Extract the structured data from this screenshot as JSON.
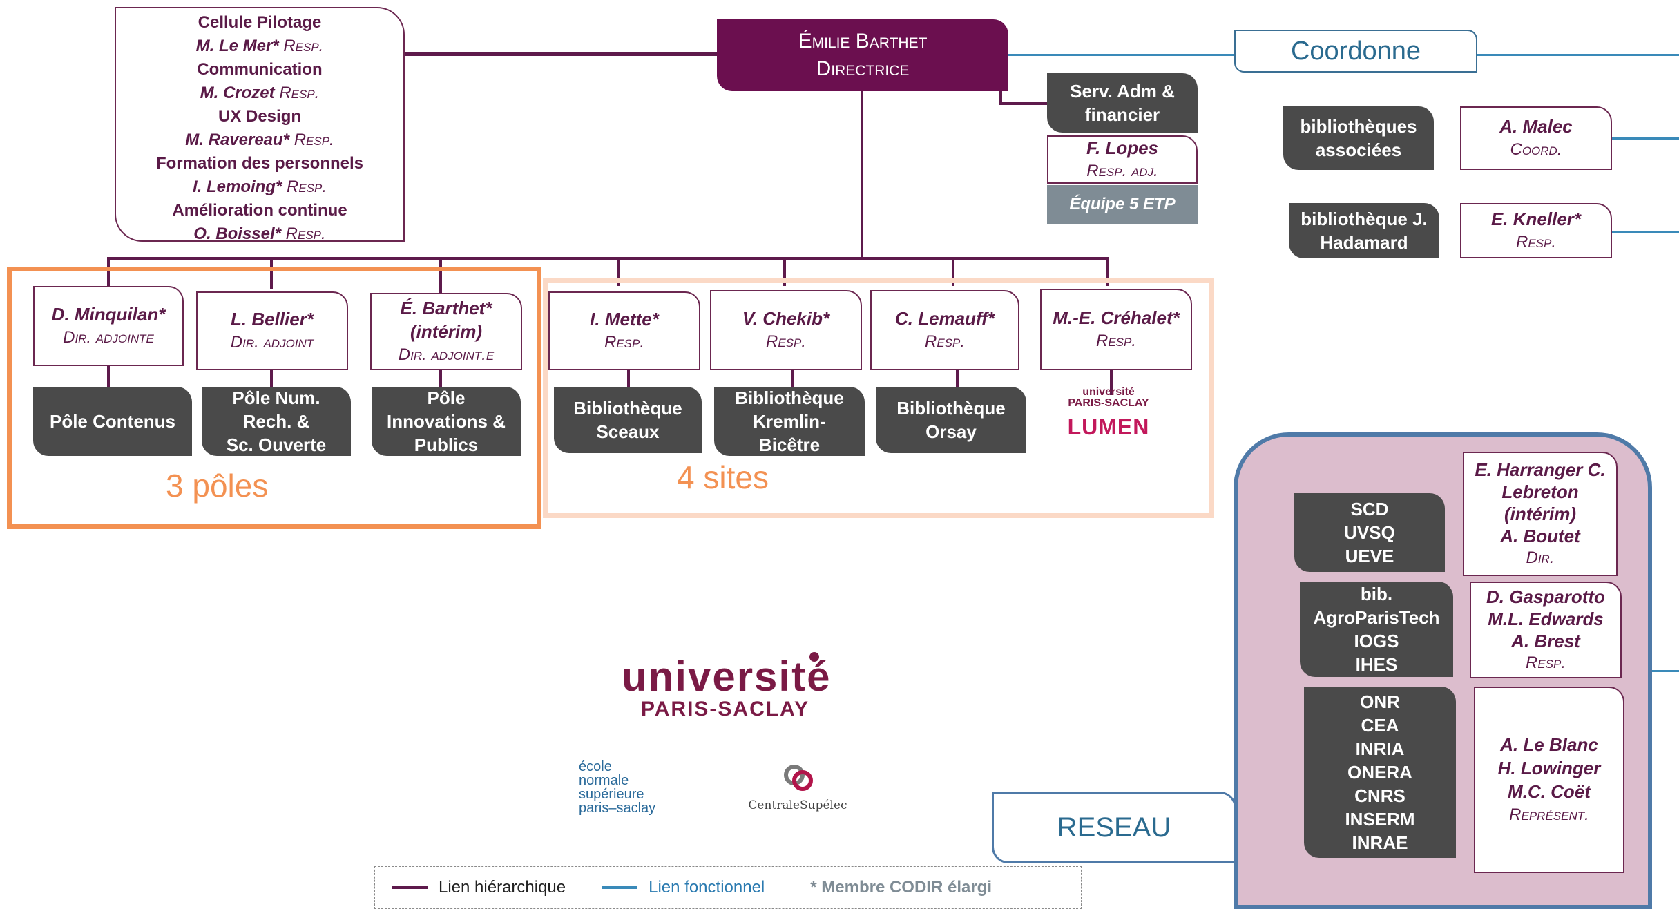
{
  "pilotage": {
    "lines": [
      {
        "kind": "title",
        "text": "Cellule Pilotage"
      },
      {
        "kind": "name",
        "text": "M. Le Mer*",
        "role": "Resp."
      },
      {
        "kind": "title",
        "text": "Communication"
      },
      {
        "kind": "name",
        "text": "M. Crozet",
        "role": "Resp."
      },
      {
        "kind": "title",
        "text": "UX Design"
      },
      {
        "kind": "name",
        "text": "M. Ravereau*",
        "role": "Resp."
      },
      {
        "kind": "title",
        "text": "Formation des personnels"
      },
      {
        "kind": "name",
        "text": "I. Lemoing*",
        "role": "Resp."
      },
      {
        "kind": "title",
        "text": "Amélioration continue"
      },
      {
        "kind": "name",
        "text": "O. Boissel*",
        "role": "Resp."
      }
    ]
  },
  "director": {
    "name": "Émilie Barthet",
    "role": "Directrice"
  },
  "coordonne": "Coordonne",
  "serv_adm": {
    "label": "Serv. Adm & financier",
    "name": "F. Lopes",
    "role": "Resp. adj.",
    "team": "Équipe 5 ETP"
  },
  "assoc": {
    "label": "bibliothèques associées",
    "name": "A. Malec",
    "role": "Coord."
  },
  "hadamard": {
    "label": "bibliothèque J. Hadamard",
    "name": "E. Kneller*",
    "role": "Resp."
  },
  "poles": [
    {
      "name": "D. Minquilan*",
      "role": "Dir. adjointe",
      "unit": "Pôle Contenus"
    },
    {
      "name": "L. Bellier*",
      "role": "Dir. adjoint",
      "unit": "Pôle Num.\nRech. &\nSc. Ouverte"
    },
    {
      "name": "É. Barthet*\n(intérim)",
      "role": "Dir. adjoint.e",
      "unit": "Pôle\nInnovations &\nPublics"
    }
  ],
  "poles_caption": "3 pôles",
  "sites": [
    {
      "name": "I. Mette*",
      "role": "Resp.",
      "unit": "Bibliothèque\nSceaux"
    },
    {
      "name": "V. Chekib*",
      "role": "Resp.",
      "unit": "Bibliothèque\nKremlin-\nBicêtre"
    },
    {
      "name": "C. Lemauff*",
      "role": "Resp.",
      "unit": "Bibliothèque\nOrsay"
    },
    {
      "name": "M.-E. Créhalet*",
      "role": "Resp.",
      "unit_logo_small": "université\nPARIS-SACLAY",
      "unit_logo_big": "LUMEN"
    }
  ],
  "sites_caption": "4 sites",
  "network": [
    {
      "label": "SCD\nUVSQ\nUEVE",
      "names": "E. Harranger C.\nLebreton\n(intérim)\nA. Boutet",
      "role": "Dir."
    },
    {
      "label": "bib.\nAgroParisTech\nIOGS\nIHES",
      "names": "D. Gasparotto\nM.L. Edwards\nA. Brest",
      "role": "Resp."
    },
    {
      "label": "ONR\nCEA\nINRIA\nONERA\nCNRS\nINSERM\nINRAE",
      "names": "A. Le Blanc\nH. Lowinger\nM.C. Coët",
      "role": "Représent."
    }
  ],
  "reseau": "RESEAU",
  "logos": {
    "ups_top": "université",
    "ups_bottom": "PARIS-SACLAY",
    "ens": [
      "école",
      "normale",
      "supérieure",
      "paris–saclay"
    ],
    "centrale": "CentraleSupélec"
  },
  "legend": {
    "hier": "Lien hiérarchique",
    "fonct": "Lien fonctionnel",
    "codir": "* Membre CODIR élargi"
  },
  "colors": {
    "hier": "#5e1a4c",
    "fonct": "#3a8ab9",
    "dark": "#4a4a4a",
    "poles_frame": "#f39152",
    "sites_frame": "#fbd9c6",
    "network_bg": "#dcbdcd",
    "network_border": "#4f7aa8"
  }
}
